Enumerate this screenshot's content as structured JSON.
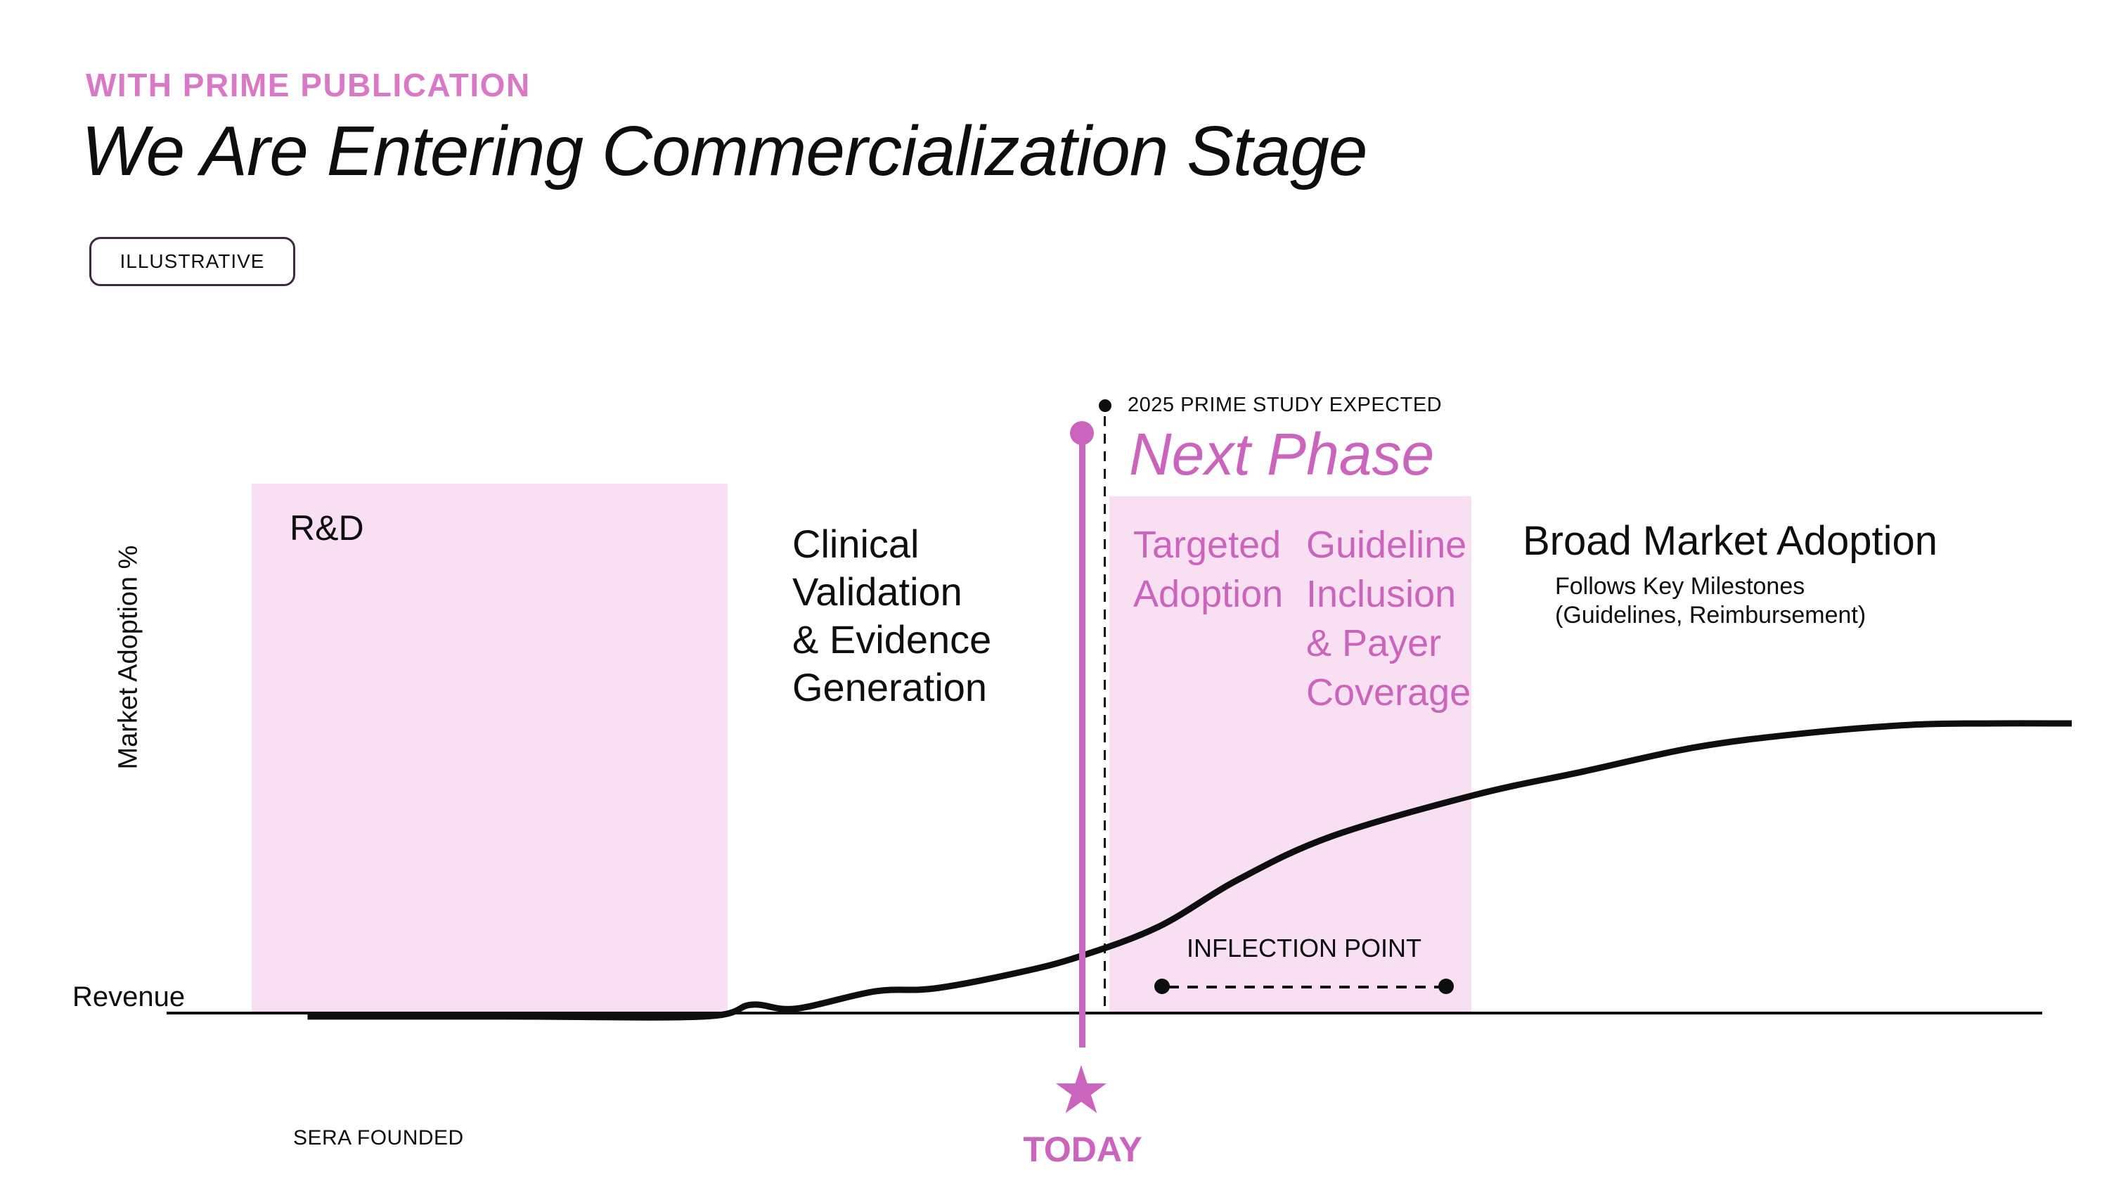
{
  "header": {
    "eyebrow": "WITH PRIME PUBLICATION",
    "title": "We Are Entering Commercialization Stage",
    "badge": "ILLUSTRATIVE"
  },
  "chart": {
    "y_axis_label": "Market Adoption %",
    "origin_label": "Revenue",
    "founded_label": "SERA FOUNDED",
    "today_label": "TODAY",
    "phases": {
      "rd": "R&D",
      "clinical": [
        "Clinical",
        "Validation",
        "& Evidence",
        "Generation"
      ],
      "next_phase": "Next Phase",
      "targeted": [
        "Targeted",
        "Adoption"
      ],
      "guideline": [
        "Guideline",
        "Inclusion",
        "& Payer",
        "Coverage"
      ],
      "broad": "Broad Market Adoption",
      "broad_sub": [
        "Follows Key Milestones",
        "(Guidelines, Reimbursement)"
      ]
    },
    "annotations": {
      "study": "2025 PRIME STUDY EXPECTED",
      "inflection": "INFLECTION POINT"
    }
  },
  "icons": {
    "today_star": "★"
  },
  "colors": {
    "ink": "#0e0e0e",
    "accent": "#cb64bc",
    "eyebrow": "#d979c6",
    "accentLight": "#f8e0f2",
    "badgeBorder": "#3b2a40"
  },
  "chart_data": {
    "type": "line",
    "title": "We Are Entering Commercialization Stage (illustrative adoption S-curve)",
    "xlabel": "time (unlabeled; markers: SERA FOUNDED, TODAY)",
    "ylabel": "Market Adoption %",
    "xlim": [
      0,
      100
    ],
    "ylim": [
      0,
      100
    ],
    "grid": false,
    "axis_ticks": "none (illustrative)",
    "series": [
      {
        "name": "Market Adoption",
        "x_pct": [
          7.4,
          18,
          28.2,
          30.7,
          33.0,
          37.2,
          40.3,
          44.8,
          48.0,
          52.1,
          56.2,
          61.1,
          68.6,
          74.3,
          80.2,
          85.7,
          91.5,
          96,
          100
        ],
        "y_pct": [
          -1.2,
          -1.2,
          -1.2,
          2.9,
          1.5,
          7.5,
          8.5,
          14.1,
          19.7,
          29.9,
          45.9,
          60.9,
          75.2,
          83.3,
          91.7,
          96.4,
          99.5,
          100,
          100
        ]
      }
    ],
    "regions": [
      {
        "label": "R&D",
        "x0_pct": 4.5,
        "x1_pct": 29.4
      },
      {
        "label": "Next Phase (Targeted Adoption / Guideline Inclusion & Payer Coverage)",
        "x0_pct": 49.5,
        "x1_pct": 68.5
      }
    ],
    "markers": [
      {
        "label": "SERA FOUNDED",
        "x_pct": 7.4
      },
      {
        "label": "TODAY",
        "x_pct": 48.0
      },
      {
        "label": "2025 PRIME STUDY EXPECTED",
        "x_pct": 49.2
      },
      {
        "label": "INFLECTION POINT",
        "x0_pct": 52.2,
        "x1_pct": 67.2
      },
      {
        "label": "Broad Market Adoption — Follows Key Milestones (Guidelines, Reimbursement)",
        "x_pct": 71.0
      }
    ],
    "legend": "none"
  }
}
